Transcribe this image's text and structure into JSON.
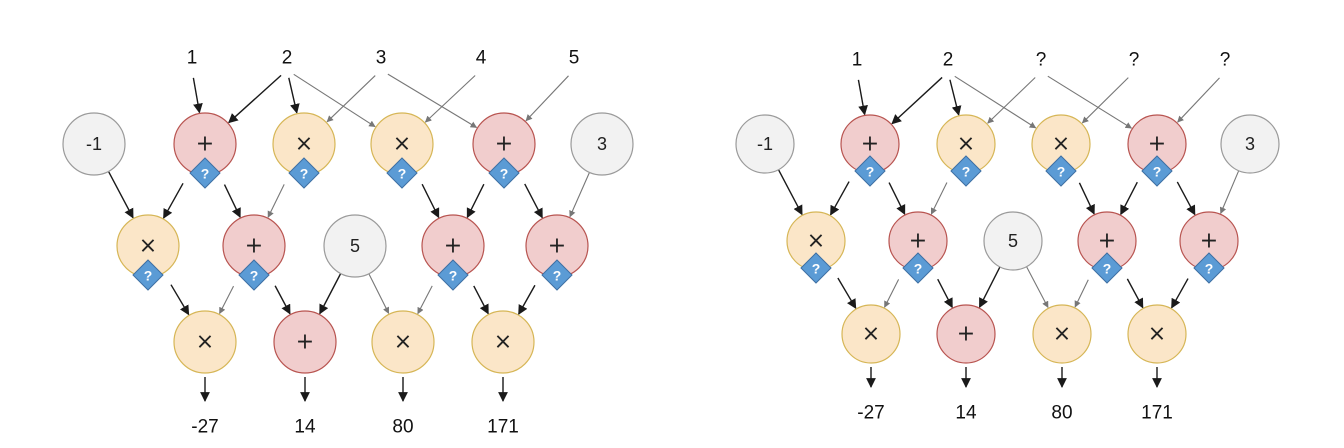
{
  "colors": {
    "plus_fill": "#f1cdcd",
    "plus_stroke": "#b85450",
    "times_fill": "#fbe6c8",
    "times_stroke": "#d6b656",
    "const_fill": "#f2f2f2",
    "const_stroke": "#9a9a9a",
    "q_fill": "#5b9bd5",
    "q_stroke": "#3d6fa3"
  },
  "question_mark": "?",
  "diagrams": [
    {
      "id": "left",
      "inputs": [
        "1",
        "2",
        "3",
        "4",
        "5"
      ],
      "row1": [
        {
          "kind": "const",
          "text": "-1"
        },
        {
          "kind": "plus",
          "text": "+",
          "q": true
        },
        {
          "kind": "times",
          "text": "×",
          "q": true
        },
        {
          "kind": "times",
          "text": "×",
          "q": true
        },
        {
          "kind": "plus",
          "text": "+",
          "q": true
        },
        {
          "kind": "const",
          "text": "3"
        }
      ],
      "row2": [
        {
          "kind": "times",
          "text": "×",
          "q": true
        },
        {
          "kind": "plus",
          "text": "+",
          "q": true
        },
        {
          "kind": "const",
          "text": "5"
        },
        {
          "kind": "plus",
          "text": "+",
          "q": true
        },
        {
          "kind": "plus",
          "text": "+",
          "q": true
        }
      ],
      "row3": [
        {
          "kind": "times",
          "text": "×"
        },
        {
          "kind": "plus",
          "text": "+"
        },
        {
          "kind": "times",
          "text": "×"
        },
        {
          "kind": "times",
          "text": "×"
        }
      ],
      "outputs": [
        "-27",
        "14",
        "80",
        "171"
      ]
    },
    {
      "id": "right",
      "inputs": [
        "1",
        "2",
        "?",
        "?",
        "?"
      ],
      "row1": [
        {
          "kind": "const",
          "text": "-1"
        },
        {
          "kind": "plus",
          "text": "+",
          "q": true
        },
        {
          "kind": "times",
          "text": "×",
          "q": true
        },
        {
          "kind": "times",
          "text": "×",
          "q": true
        },
        {
          "kind": "plus",
          "text": "+",
          "q": true
        },
        {
          "kind": "const",
          "text": "3"
        }
      ],
      "row2": [
        {
          "kind": "times",
          "text": "×",
          "q": true
        },
        {
          "kind": "plus",
          "text": "+",
          "q": true
        },
        {
          "kind": "const",
          "text": "5"
        },
        {
          "kind": "plus",
          "text": "+",
          "q": true
        },
        {
          "kind": "plus",
          "text": "+",
          "q": true
        }
      ],
      "row3": [
        {
          "kind": "times",
          "text": "×"
        },
        {
          "kind": "plus",
          "text": "+"
        },
        {
          "kind": "times",
          "text": "×"
        },
        {
          "kind": "times",
          "text": "×"
        }
      ],
      "outputs": [
        "-27",
        "14",
        "80",
        "171"
      ]
    }
  ]
}
